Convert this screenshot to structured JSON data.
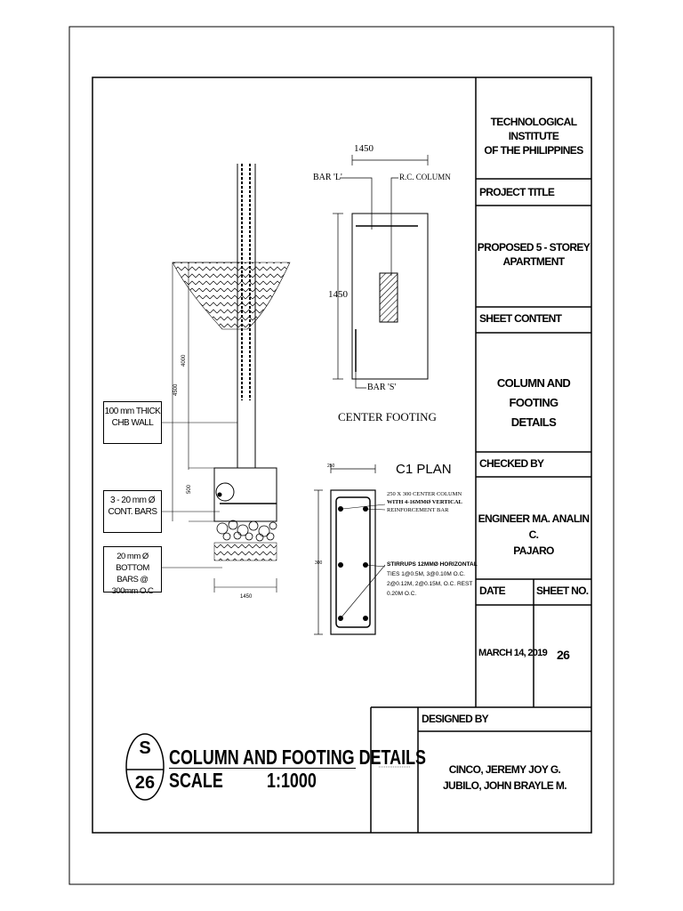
{
  "title_block": {
    "institution": [
      "TECHNOLOGICAL INSTITUTE",
      "OF THE PHILIPPINES"
    ],
    "project_title_label": "PROJECT TITLE",
    "project_title": [
      "PROPOSED 5 - STOREY",
      "APARTMENT"
    ],
    "sheet_content_label": "SHEET CONTENT",
    "sheet_content": [
      "COLUMN AND FOOTING",
      "DETAILS"
    ],
    "checked_by_label": "CHECKED BY",
    "checked_by": [
      "ENGINEER MA. ANALIN C.",
      "PAJARO"
    ],
    "date_label": "DATE",
    "sheet_no_label": "SHEET NO.",
    "date": "MARCH 14, 2019",
    "sheet_no": "26",
    "designed_by_label": "DESIGNED BY",
    "designed_by": [
      "CINCO, JEREMY JOY G.",
      "JUBILO, JOHN BRAYLE M."
    ]
  },
  "drawing_title": {
    "sheet_letter": "S",
    "sheet_number": "26",
    "title": "COLUMN AND FOOTING DETAILS",
    "scale_label": "SCALE",
    "scale_value": "1:1000"
  },
  "section": {
    "callout_wall": [
      "100 mm THICK",
      "CHB WALL"
    ],
    "callout_cont_bars": [
      "3 - 20 mm Ø",
      "CONT. BARS"
    ],
    "callout_bottom_bars": [
      "20 mm Ø BOTTOM",
      "BARS @ 300mm O.C"
    ],
    "dim_4000": "4000",
    "dim_4500": "4500",
    "dim_500": "500",
    "dim_1450": "1450"
  },
  "footing_plan": {
    "dim_top": "1450",
    "dim_side": "1450",
    "label_bar_l": "BAR 'L'",
    "label_rc_column": "R.C. COLUMN",
    "label_bar_s": "BAR 'S'",
    "caption": "CENTER FOOTING"
  },
  "column_plan": {
    "caption": "C1 PLAN",
    "dim_250": "250",
    "dim_300": "300",
    "note_column": [
      "250 X 300 CENTER COLUMN",
      "WITH 4-16MMØ VERTICAL",
      "REINFORCEMENT BAR"
    ],
    "note_stirrups": [
      "STIRRUPS 12MMØ HORIZONTAL",
      "TIES 1@0.5M, 3@0.10M O.C.",
      "2@0.12M, 2@0.15M, O.C. REST",
      "0.20M O.C."
    ]
  }
}
